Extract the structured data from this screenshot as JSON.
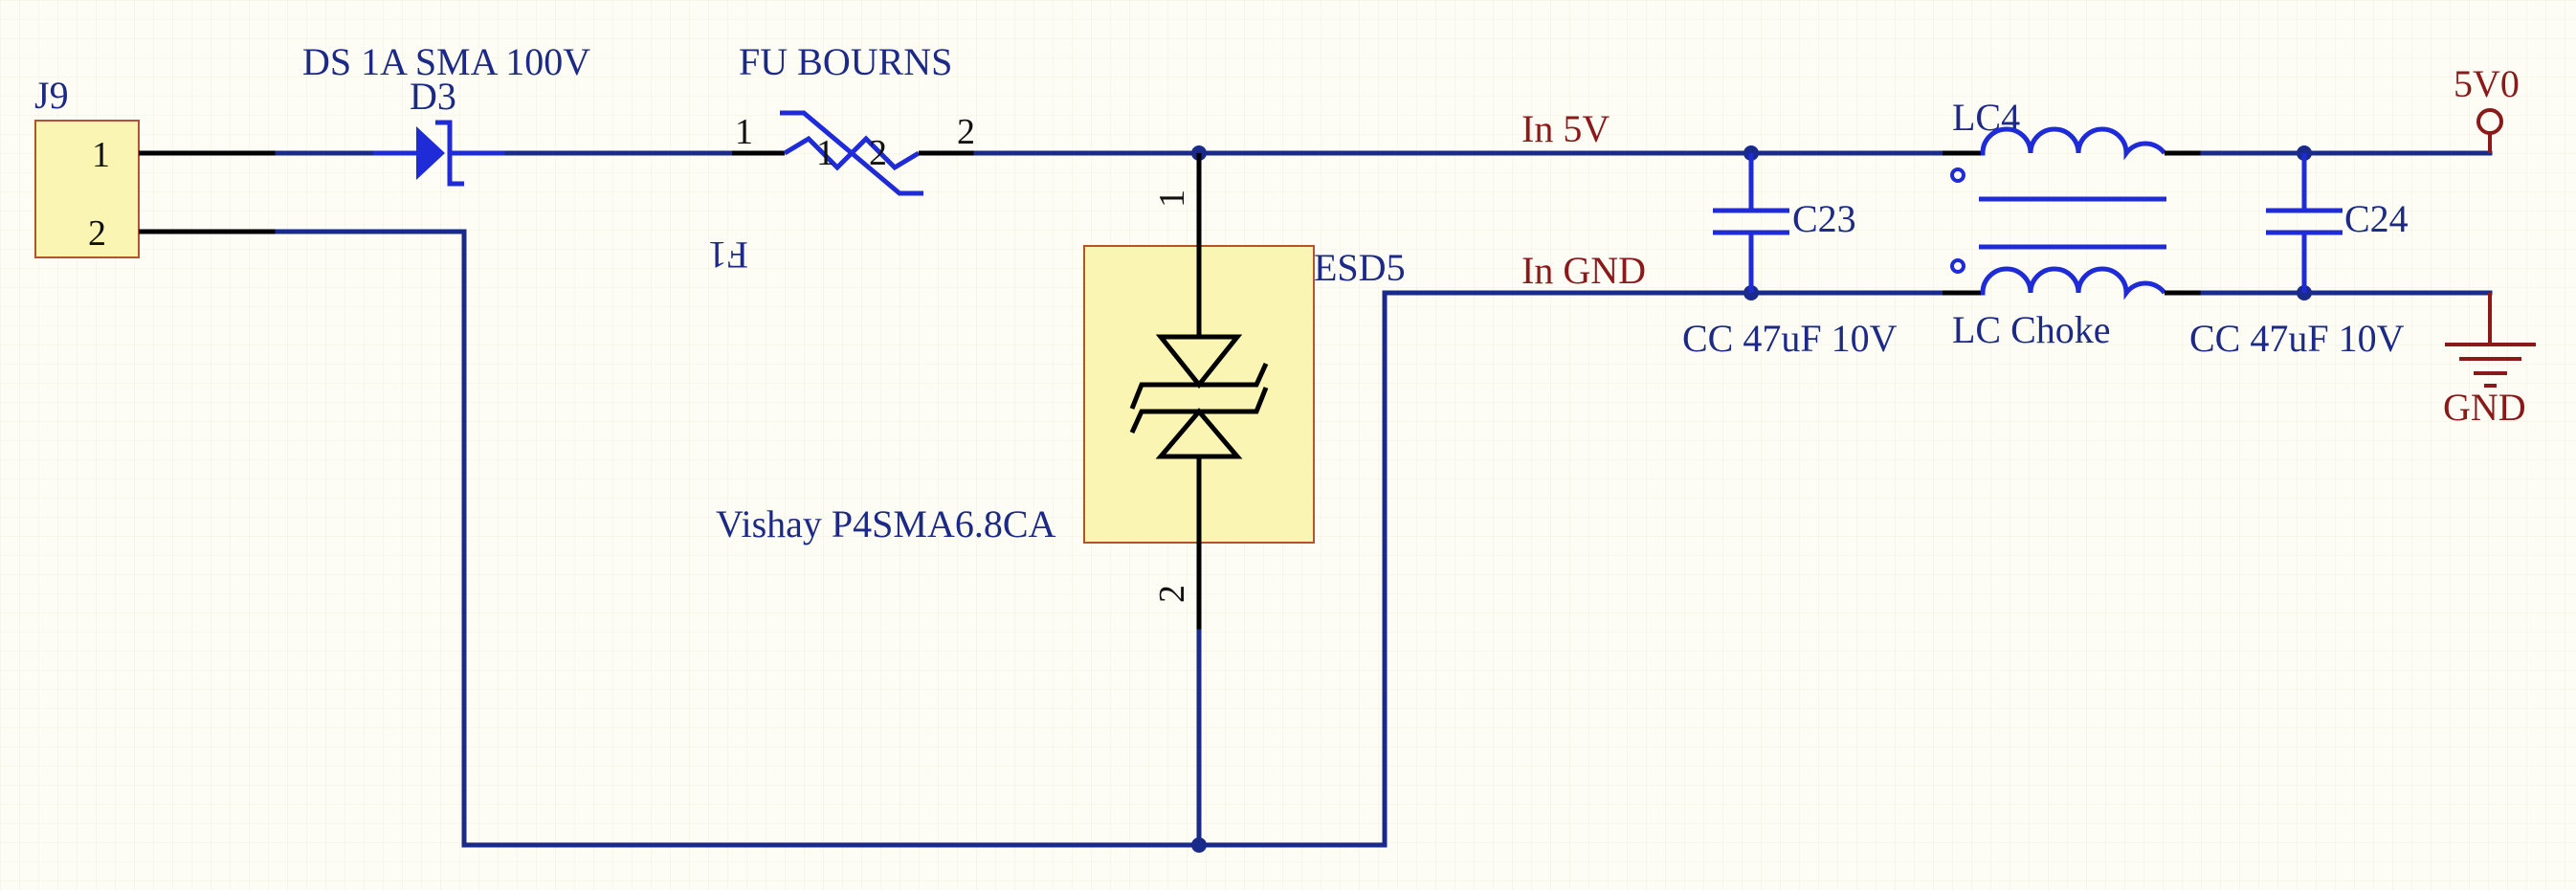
{
  "schematic": {
    "connector": {
      "ref": "J9",
      "pin1": "1",
      "pin2": "2"
    },
    "diode": {
      "value": "DS 1A SMA 100V",
      "ref": "D3"
    },
    "fuse": {
      "value": "FU BOURNS",
      "ref": "F1",
      "pin1": "1",
      "pin2": "2",
      "inner_pin1": "1",
      "inner_pin2": "2"
    },
    "tvs": {
      "ref": "ESD5",
      "value": "Vishay P4SMA6.8CA",
      "pin1": "1",
      "pin2": "2"
    },
    "nets": {
      "in_5v": "In  5V",
      "in_gnd": "In  GND"
    },
    "cap_in": {
      "ref": "C23",
      "value": "CC 47uF 10V"
    },
    "choke": {
      "ref": "LC4",
      "value": "LC Choke"
    },
    "cap_out": {
      "ref": "C24",
      "value": "CC 47uF 10V"
    },
    "power_port": {
      "name": "5V0"
    },
    "ground_port": {
      "name": "GND"
    },
    "colors": {
      "wire": "#1a2a8a",
      "symbol": "#1f2bd6",
      "net_label": "#8a1a1a",
      "component_body": "#fbf5b4",
      "background": "#fdfdf6"
    }
  }
}
